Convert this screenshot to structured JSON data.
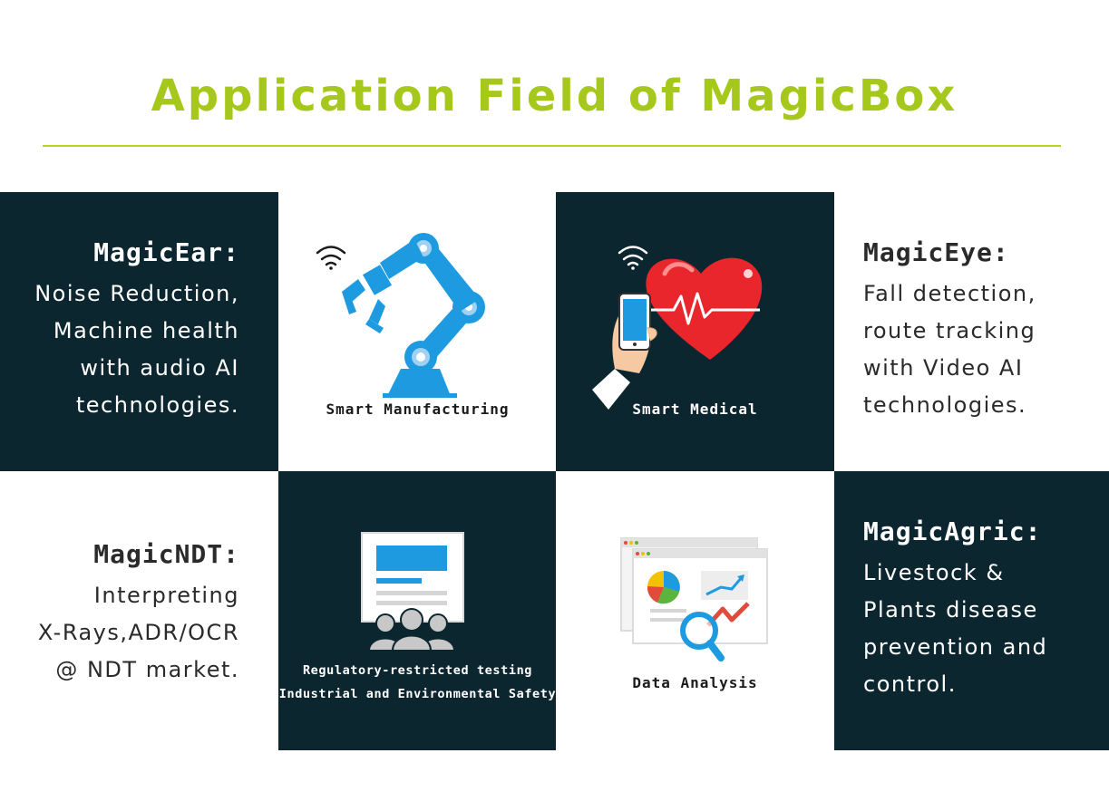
{
  "title": "Application Field of MagicBox",
  "ear": {
    "heading": "MagicEar:",
    "lines": [
      "Noise Reduction,",
      "Machine health",
      "with audio AI",
      "technologies."
    ]
  },
  "eye": {
    "heading": "MagicEye:",
    "lines": [
      "Fall detection,",
      "route tracking",
      "with Video AI",
      "technologies."
    ]
  },
  "ndt": {
    "heading": "MagicNDT:",
    "lines": [
      "Interpreting",
      "X-Rays,ADR/OCR",
      "@ NDT market."
    ]
  },
  "agric": {
    "heading": "MagicAgric:",
    "lines": [
      "Livestock &",
      "Plants disease",
      "prevention and",
      "control."
    ]
  },
  "captions": {
    "manufacturing": "Smart Manufacturing",
    "medical": "Smart Medical",
    "testing_line1": "Regulatory-restricted testing",
    "testing_line2": "Industrial and Environmental Safety",
    "data": "Data Analysis"
  },
  "colors": {
    "accent": "#a6c81c",
    "dark_panel": "#0c2630",
    "icon_blue": "#1e9be0",
    "heart_red": "#e8262b"
  },
  "icons": {
    "manufacturing": "robot-arm-icon",
    "medical": "phone-heart-icon",
    "testing": "monitor-audience-icon",
    "data": "data-dashboard-icon",
    "wifi": "wifi-icon"
  }
}
